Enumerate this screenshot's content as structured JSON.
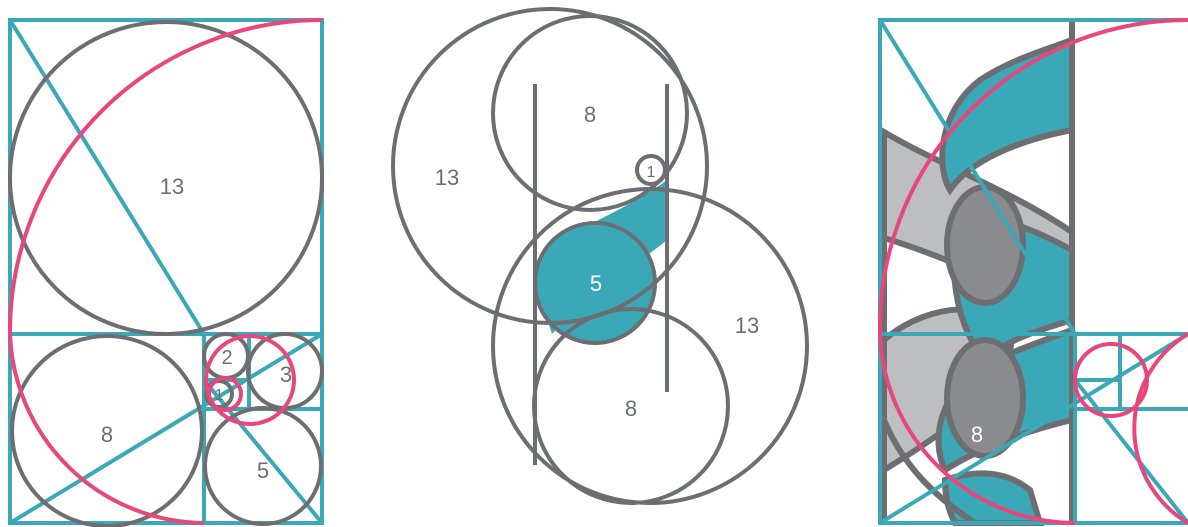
{
  "colors": {
    "teal": "#3aa8b6",
    "pink": "#e8467c",
    "gray": "#6d6e71",
    "light_gray": "#bdbec1",
    "mid_gray": "#8a8b8e",
    "white": "#ffffff"
  },
  "panels": {
    "left": {
      "labels": {
        "c13": "13",
        "c8": "8",
        "c5": "5",
        "c3": "3",
        "c2": "2",
        "c1": "1"
      }
    },
    "middle": {
      "labels": {
        "top8": "8",
        "left13": "13",
        "small1": "1",
        "c5": "5",
        "right13": "13",
        "bottom8": "8"
      }
    },
    "right": {
      "labels": {
        "c8": "8"
      }
    }
  }
}
